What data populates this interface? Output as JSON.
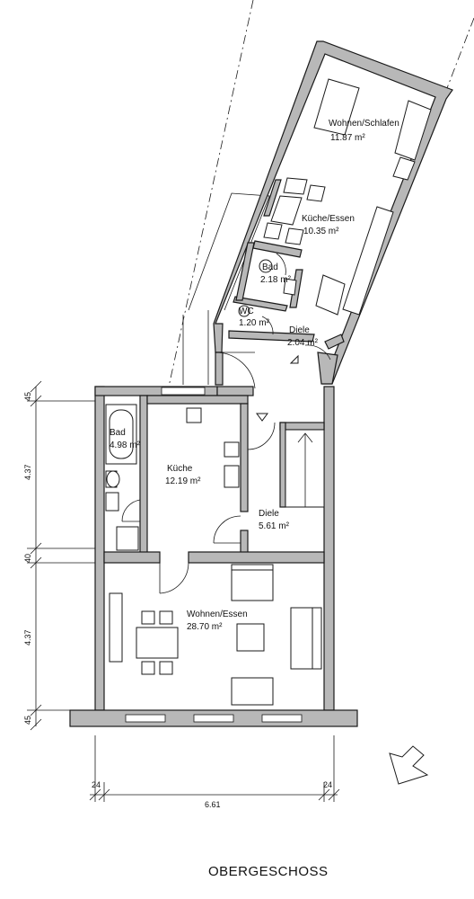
{
  "rooms": {
    "wohnen_schlafen": {
      "name": "Wohnen/Schlafen",
      "area": "11.87 m²"
    },
    "kueche_essen": {
      "name": "Küche/Essen",
      "area": "10.35 m²"
    },
    "bad_upper": {
      "name": "Bad",
      "area": "2.18 m²"
    },
    "wc": {
      "name": "WC",
      "area": "1.20 m²"
    },
    "diele_upper": {
      "name": "Diele",
      "area": "2.04 m²"
    },
    "bad_lower": {
      "name": "Bad",
      "area": "4.98 m²"
    },
    "kueche": {
      "name": "Küche",
      "area": "12.19 m²"
    },
    "diele_lower": {
      "name": "Diele",
      "area": "5.61 m²"
    },
    "wohnen_essen": {
      "name": "Wohnen/Essen",
      "area": "28.70 m²"
    }
  },
  "dimensions": {
    "vertical": [
      "45",
      "4.37",
      "40",
      "4.37",
      "45"
    ],
    "horizontal": {
      "left": "24",
      "total": "6.61",
      "right": "24"
    }
  },
  "title": "OBERGESCHOSS"
}
